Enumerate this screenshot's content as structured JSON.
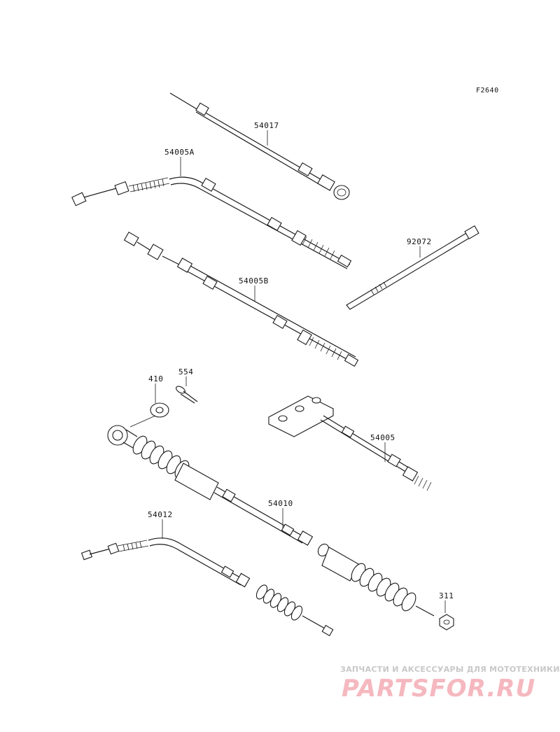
{
  "figure_code": "F2640",
  "parts": [
    {
      "id": "54017",
      "name": "label-54017"
    },
    {
      "id": "54005A",
      "name": "label-54005a"
    },
    {
      "id": "92072",
      "name": "label-92072"
    },
    {
      "id": "54005B",
      "name": "label-54005b"
    },
    {
      "id": "410",
      "name": "label-410"
    },
    {
      "id": "554",
      "name": "label-554"
    },
    {
      "id": "54005",
      "name": "label-54005"
    },
    {
      "id": "54010",
      "name": "label-54010"
    },
    {
      "id": "54012",
      "name": "label-54012"
    },
    {
      "id": "311",
      "name": "label-311"
    }
  ],
  "watermark": {
    "subtitle": "ЗАПЧАСТИ И АКСЕССУАРЫ ДЛЯ МОТОТЕХНИКИ",
    "brand": "PARTSFOR.RU"
  }
}
